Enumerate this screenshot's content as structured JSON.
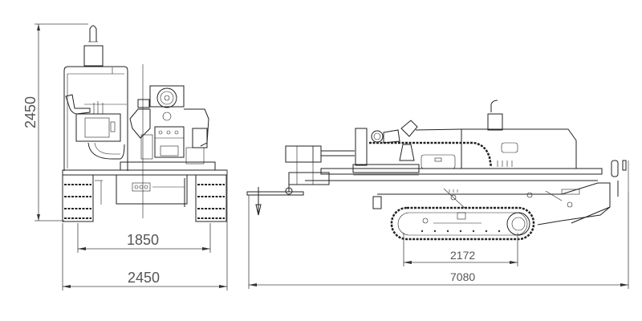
{
  "front_view": {
    "height_dim": "2450",
    "track_gauge_dim": "1850",
    "overall_width_dim": "2450"
  },
  "side_view": {
    "track_length_dim": "2172",
    "overall_length_dim": "7080"
  }
}
